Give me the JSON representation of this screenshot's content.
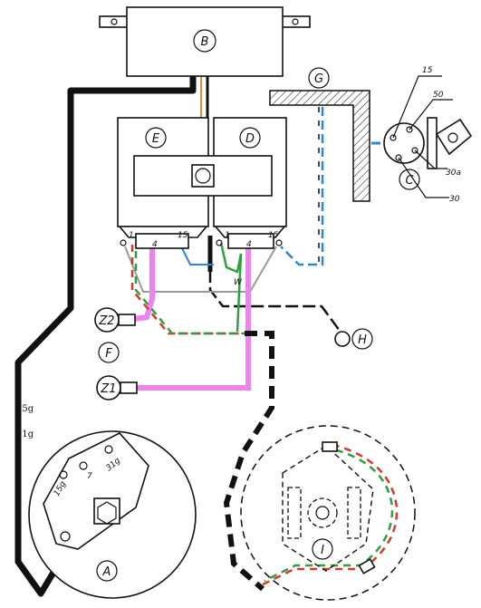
{
  "components": {
    "A": "A",
    "B": "B",
    "C": "C",
    "D": "D",
    "E": "E",
    "F": "F",
    "G": "G",
    "H": "H",
    "I": "I",
    "Z1": "Z1",
    "Z2": "Z2"
  },
  "switch_terminals": {
    "t15": "15",
    "t50": "50",
    "t30a": "30a",
    "t30": "30"
  },
  "coil_terminals": {
    "one": "1",
    "four": "4",
    "fifteen": "15"
  },
  "distributor_terminals": {
    "t15g": "15g",
    "t7": "7",
    "t31g": "31g"
  },
  "side_legend": {
    "line1": "15g",
    "line2": "7",
    "line3": "31g"
  },
  "wire_tag": "W",
  "wire_colors": {
    "black": "#111111",
    "pink": "#ee82ee",
    "green": "#2e9e3e",
    "red": "#d23b2b",
    "blue": "#2f86d6",
    "orange": "#e88a2e",
    "grey": "#9a9a9a"
  }
}
